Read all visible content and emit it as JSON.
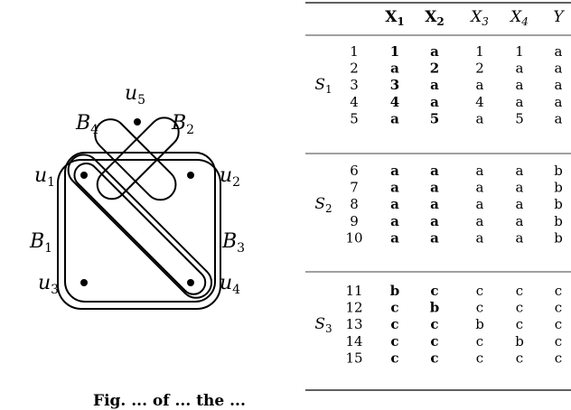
{
  "hypergraph": {
    "vertices": [
      {
        "name": "u",
        "sub": "5"
      },
      {
        "name": "u",
        "sub": "1"
      },
      {
        "name": "u",
        "sub": "2"
      },
      {
        "name": "u",
        "sub": "3"
      },
      {
        "name": "u",
        "sub": "4"
      }
    ],
    "edges": [
      {
        "name": "B",
        "sub": "4"
      },
      {
        "name": "B",
        "sub": "2"
      },
      {
        "name": "B",
        "sub": "1"
      },
      {
        "name": "B",
        "sub": "3"
      }
    ]
  },
  "table": {
    "headers": [
      {
        "name": "X",
        "sub": "1",
        "bold": true,
        "italic": false
      },
      {
        "name": "X",
        "sub": "2",
        "bold": true,
        "italic": false
      },
      {
        "name": "X",
        "sub": "3",
        "bold": false,
        "italic": true
      },
      {
        "name": "X",
        "sub": "4",
        "bold": false,
        "italic": true
      },
      {
        "name": "Y",
        "sub": "",
        "bold": false,
        "italic": true
      }
    ],
    "groups": [
      {
        "name": "S",
        "sub": "1",
        "rows": [
          {
            "id": "1",
            "cells": [
              "1",
              "a",
              "1",
              "1",
              "a"
            ]
          },
          {
            "id": "2",
            "cells": [
              "a",
              "2",
              "2",
              "a",
              "a"
            ]
          },
          {
            "id": "3",
            "cells": [
              "3",
              "a",
              "a",
              "a",
              "a"
            ]
          },
          {
            "id": "4",
            "cells": [
              "4",
              "a",
              "4",
              "a",
              "a"
            ]
          },
          {
            "id": "5",
            "cells": [
              "a",
              "5",
              "a",
              "5",
              "a"
            ]
          }
        ]
      },
      {
        "name": "S",
        "sub": "2",
        "rows": [
          {
            "id": "6",
            "cells": [
              "a",
              "a",
              "a",
              "a",
              "b"
            ]
          },
          {
            "id": "7",
            "cells": [
              "a",
              "a",
              "a",
              "a",
              "b"
            ]
          },
          {
            "id": "8",
            "cells": [
              "a",
              "a",
              "a",
              "a",
              "b"
            ]
          },
          {
            "id": "9",
            "cells": [
              "a",
              "a",
              "a",
              "a",
              "b"
            ]
          },
          {
            "id": "10",
            "cells": [
              "a",
              "a",
              "a",
              "a",
              "b"
            ]
          }
        ]
      },
      {
        "name": "S",
        "sub": "3",
        "rows": [
          {
            "id": "11",
            "cells": [
              "b",
              "c",
              "c",
              "c",
              "c"
            ]
          },
          {
            "id": "12",
            "cells": [
              "c",
              "b",
              "c",
              "c",
              "c"
            ]
          },
          {
            "id": "13",
            "cells": [
              "c",
              "c",
              "b",
              "c",
              "c"
            ]
          },
          {
            "id": "14",
            "cells": [
              "c",
              "c",
              "c",
              "b",
              "c"
            ]
          },
          {
            "id": "15",
            "cells": [
              "c",
              "c",
              "c",
              "c",
              "c"
            ]
          }
        ]
      }
    ]
  },
  "caption": "Fig. ... of ... the ..."
}
